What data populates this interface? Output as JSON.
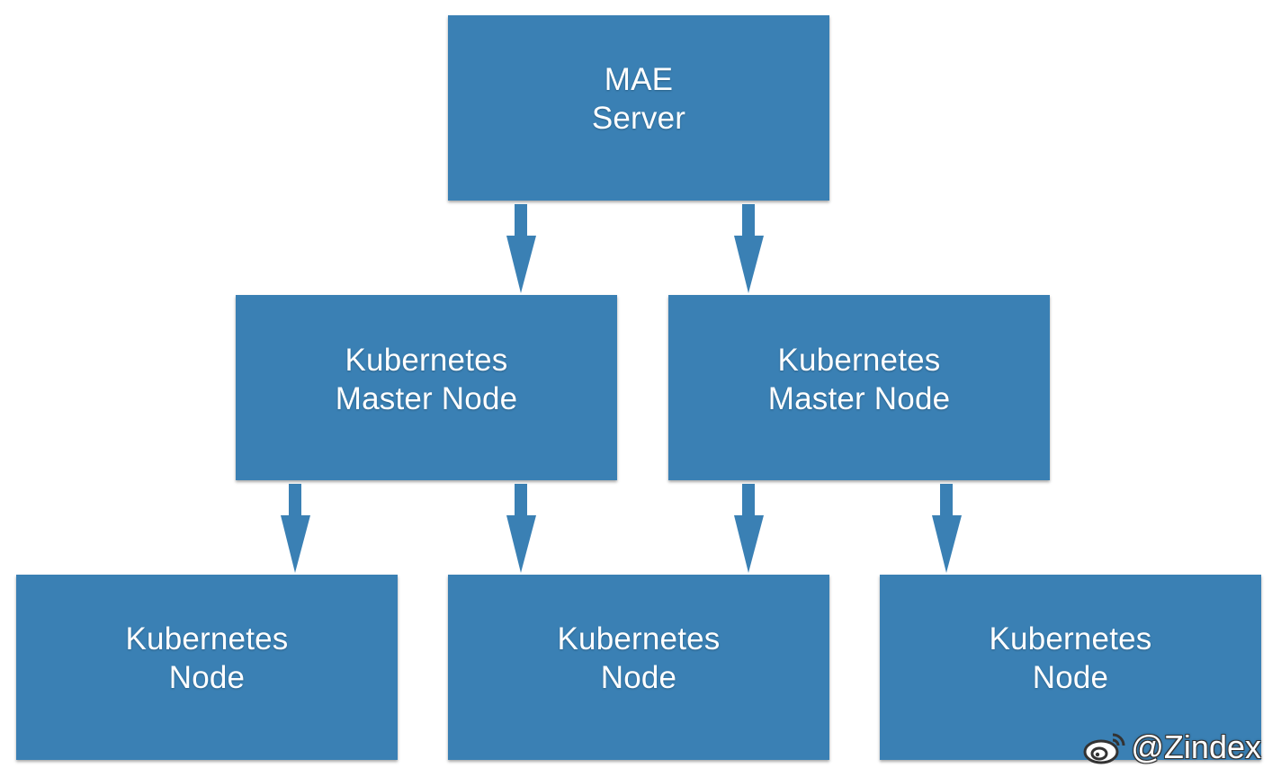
{
  "diagram": {
    "nodes": {
      "mae_server": {
        "line1": "MAE",
        "line2": "Server"
      },
      "master_node_left": {
        "line1": "Kubernetes",
        "line2": "Master Node"
      },
      "master_node_right": {
        "line1": "Kubernetes",
        "line2": "Master Node"
      },
      "node_left": {
        "line1": "Kubernetes",
        "line2": "Node"
      },
      "node_middle": {
        "line1": "Kubernetes",
        "line2": "Node"
      },
      "node_right": {
        "line1": "Kubernetes",
        "line2": "Node"
      }
    },
    "edges": [
      {
        "from": "mae_server",
        "to": "master_node_left"
      },
      {
        "from": "mae_server",
        "to": "master_node_right"
      },
      {
        "from": "master_node_left",
        "to": "node_left"
      },
      {
        "from": "master_node_left",
        "to": "node_middle"
      },
      {
        "from": "master_node_right",
        "to": "node_middle"
      },
      {
        "from": "master_node_right",
        "to": "node_right"
      }
    ],
    "colors": {
      "box": "#3a80b4",
      "arrow": "#3a80b4",
      "text": "#ffffff"
    }
  },
  "watermark": {
    "icon": "weibo-icon",
    "text": "@Zindex"
  }
}
